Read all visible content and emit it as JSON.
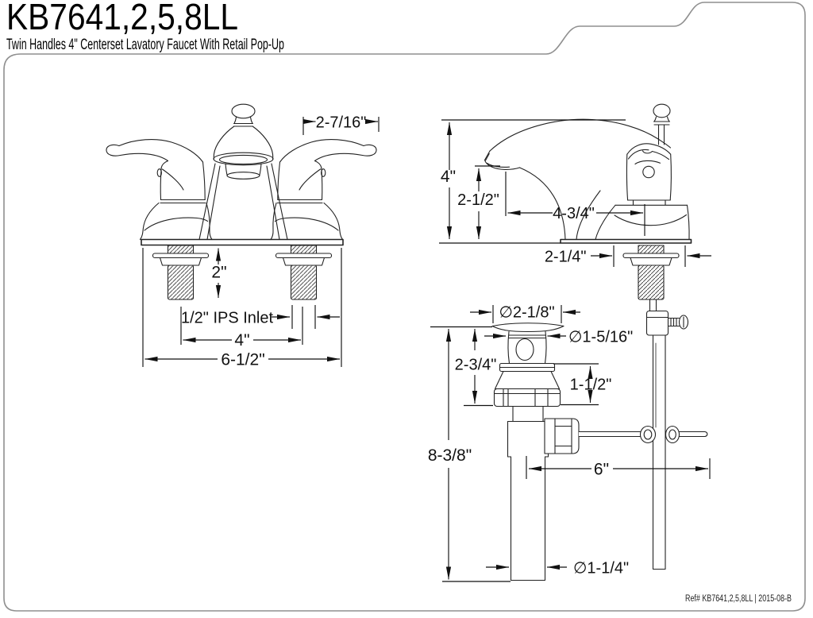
{
  "header": {
    "model": "KB7641,2,5,8LL",
    "description": "Twin Handles 4\" Centerset Lavatory Faucet With Retail Pop-Up"
  },
  "front_view": {
    "handle_span": "2-7/16\"",
    "shank_length": "2\"",
    "inlet": "1/2\" IPS Inlet",
    "faucet_centers": "4\"",
    "overall_width": "6-1/2\""
  },
  "side_view": {
    "overall_height": "4\"",
    "spout_height": "2-1/2\"",
    "spout_reach": "4-3/4\"",
    "base_width": "2-1/4\""
  },
  "drain": {
    "flange_diameter": "∅2-1/8\"",
    "body_diameter": "∅1-5/16\"",
    "upper_section_height": "2-3/4\"",
    "lower_section_height": "1-1/2\"",
    "overall_length": "8-3/8\"",
    "pivot_rod_length": "6\"",
    "tailpiece_diameter": "∅1-1/4\""
  },
  "footer": {
    "reference": "Ref# KB7641,2,5,8LL | 2015-08-B"
  },
  "colors": {
    "line": "#222222",
    "dimension": "#111111",
    "border": "#8f8f8f",
    "background": "#ffffff"
  }
}
